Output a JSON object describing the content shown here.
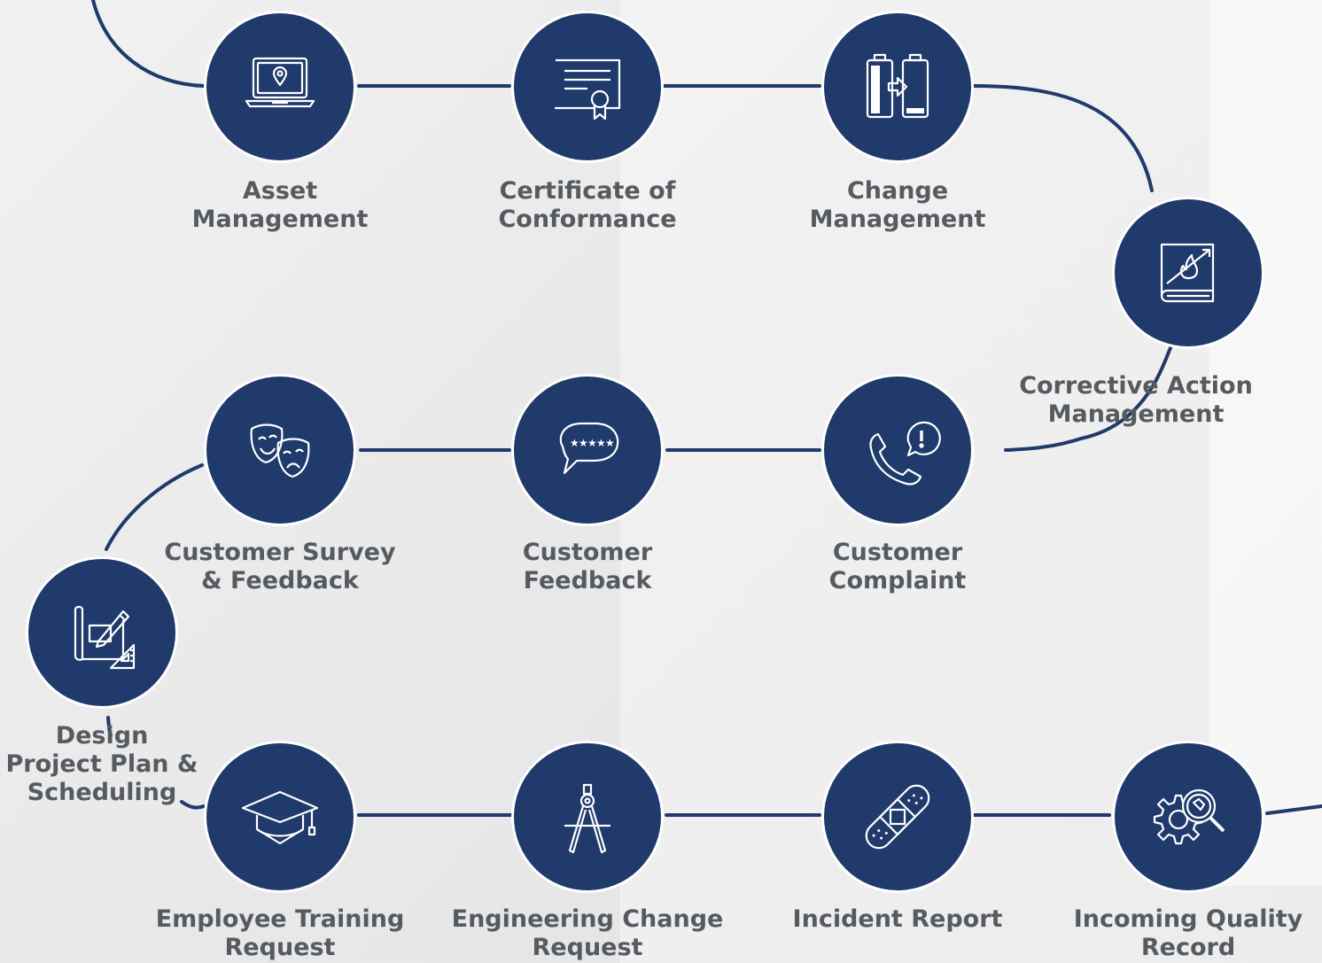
{
  "diagram": {
    "nodes": [
      {
        "id": "asset",
        "label_line1": "Asset",
        "label_line2": "Management",
        "icon": "laptop-location-icon"
      },
      {
        "id": "coc",
        "label_line1": "Certificate of",
        "label_line2": "Conformance",
        "icon": "certificate-icon"
      },
      {
        "id": "change",
        "label_line1": "Change",
        "label_line2": "Management",
        "icon": "battery-swap-icon"
      },
      {
        "id": "capa",
        "label_line1": "Corrective Action",
        "label_line2": "Management",
        "icon": "book-fire-icon"
      },
      {
        "id": "complaint",
        "label_line1": "Customer",
        "label_line2": "Complaint",
        "icon": "phone-alert-icon"
      },
      {
        "id": "feedback",
        "label_line1": "Customer",
        "label_line2": "Feedback",
        "icon": "speech-bubble-stars-icon"
      },
      {
        "id": "survey",
        "label_line1": "Customer Survey",
        "label_line2": "& Feedback",
        "icon": "theater-masks-icon"
      },
      {
        "id": "design",
        "label_line1": "Design",
        "label_line2": "Project Plan &",
        "label_line3": "Scheduling",
        "icon": "blueprint-pencil-icon"
      },
      {
        "id": "training",
        "label_line1": "Employee Training",
        "label_line2": "Request",
        "icon": "graduation-cap-icon"
      },
      {
        "id": "ecr",
        "label_line1": "Engineering Change",
        "label_line2": "Request",
        "icon": "compass-icon"
      },
      {
        "id": "incident",
        "label_line1": "Incident Report",
        "label_line2": "",
        "icon": "bandage-icon"
      },
      {
        "id": "iqr",
        "label_line1": "Incoming Quality",
        "label_line2": "Record",
        "icon": "gear-magnifier-icon"
      }
    ],
    "colors": {
      "circle": "#1f3a6b",
      "connector": "#1f3a6b",
      "label": "#555b61",
      "icon_stroke": "#ffffff"
    }
  }
}
